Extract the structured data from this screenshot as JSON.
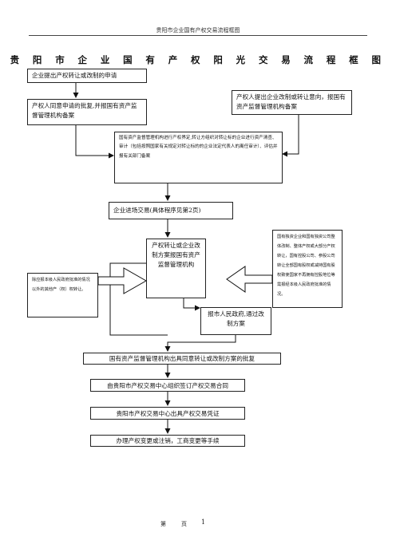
{
  "header": {
    "text": "贵阳市企业国有产权交易流程框图"
  },
  "title": "贵 阳 市 企 业 国 有 产 权 阳 光 交 易 流 程 框 图",
  "boxes": {
    "b1": "企业提出产权转让或改制的申请",
    "b2": "产权人同意申请的批复,并报国有资产监督管理机构备案",
    "b3": "产权人提出企业改制或转让意向，报国有资产监督管理机构备案",
    "b4": "国有资产监督管理机构进行产权界定,转让方组织对转让标的企业进行资产清查、审计（包括按照国家有关规定对转让标的的企业法定代表人的离任审计）、评估并报有关部门备案",
    "b5": "企业进场交易(具体程序见第2页)",
    "b6": "产权转让或企业改制方案报国有资产监督管理机构",
    "b7": "国有独资企业和国有独资公司整体改制、整体产权或大部分产权转让，国有控股公司、参股公司转让全部国有股权或减持国有股权致使国家不再拥有控股地位等需报经本级人民政府批准的情况。",
    "b8": "除应报本级人民政府批准的情况以外的其他产（权）权转让。",
    "b9": "报市人民政府,通过改制方案",
    "b10": "国有资产监督管理机构出具同意转让或改制方案的批复",
    "b11": "由贵阳市产权交易中心组织签订产权交易合同",
    "b12": "贵阳市产权交易中心出具产权交易凭证",
    "b13": "办理产权变更或注销，工商变更等手续"
  },
  "footer": {
    "label1": "第",
    "label2": "页",
    "page_number": "1"
  }
}
